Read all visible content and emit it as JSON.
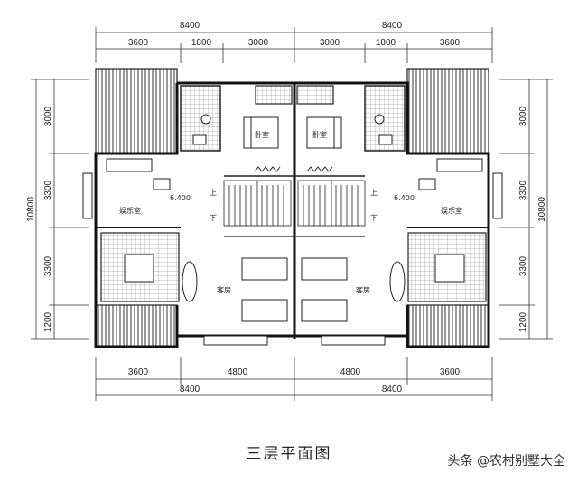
{
  "dimensions": {
    "top_overall": [
      "8400",
      "8400"
    ],
    "top_segments": [
      "3600",
      "1800",
      "3000",
      "3000",
      "1800",
      "3600"
    ],
    "bottom_segments": [
      "3600",
      "4800",
      "4800",
      "3600"
    ],
    "bottom_overall": [
      "8400",
      "8400"
    ],
    "left_segments": [
      "3000",
      "3300",
      "3300",
      "1200"
    ],
    "left_overall": "10800",
    "right_segments": [
      "3000",
      "3300",
      "3300",
      "1200"
    ],
    "right_overall": "10800"
  },
  "rooms": {
    "entertainment_left": "娱乐室",
    "entertainment_right": "娱乐室",
    "living_left": "客房",
    "living_right": "客房",
    "bedroom_left": "卧室",
    "bedroom_right": "卧室",
    "stair_up": "上",
    "stair_down": "下",
    "elevation_left": "6.400",
    "elevation_right": "6.400"
  },
  "caption": "三层平面图",
  "watermark": "头条 @农村别墅大全"
}
